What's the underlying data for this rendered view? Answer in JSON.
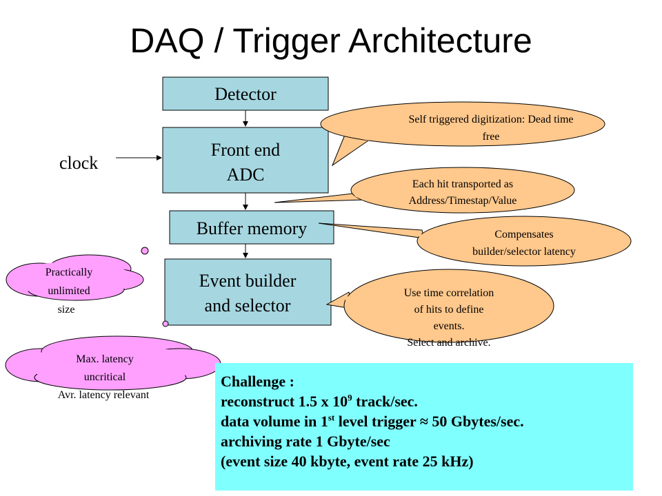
{
  "title": "DAQ / Trigger Architecture",
  "boxes": {
    "detector": "Detector",
    "frontend_line1": "Front end",
    "frontend_line2": "ADC",
    "buffer": "Buffer memory",
    "builder_line1": "Event builder",
    "builder_line2": "and selector"
  },
  "clock_label": "clock",
  "callouts": {
    "self_trigger_line1": "Self triggered digitization: Dead time",
    "self_trigger_line2": "free",
    "hit_line1": "Each hit transported as",
    "hit_line2": "Address/Timestap/Value",
    "compensates_line1": "Compensates",
    "compensates_line2": "builder/selector latency",
    "correlation_line1": "Use time correlation",
    "correlation_line2": "of hits to define",
    "correlation_line3": "events.",
    "correlation_line4": "Select and archive."
  },
  "clouds": {
    "unlimited_line1": "Practically",
    "unlimited_line2": "unlimited",
    "unlimited_line3": "size",
    "latency_line1": "Max. latency",
    "latency_line2": "uncritical",
    "latency_line3": "Avr. latency relevant"
  },
  "challenge": {
    "heading": "Challenge :",
    "line1_prefix": "reconstruct 1.5 x 10",
    "line1_sup": "9",
    "line1_suffix": " track/sec.",
    "line2_prefix": "data volume in 1",
    "line2_sup": "st",
    "line2_suffix": " level trigger ≈ 50 Gbytes/sec.",
    "line3": "archiving rate 1 Gbyte/sec",
    "line4": "(event size 40 kbyte, event rate 25 kHz)"
  },
  "colors": {
    "box_fill": "#a6d7e1",
    "callout_fill": "#ffc88c",
    "cloud_fill": "#ffa0ff",
    "challenge_fill": "#80ffff"
  }
}
